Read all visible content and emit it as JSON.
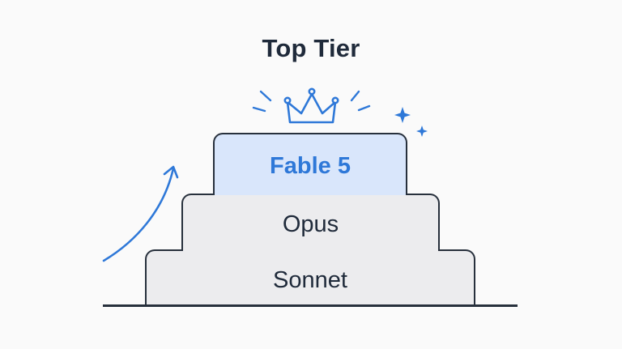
{
  "title": "Top Tier",
  "tiers": {
    "top": "Fable 5",
    "middle": "Opus",
    "base": "Sonnet"
  },
  "colors": {
    "accent": "#2e78d8",
    "top_fill": "#d9e6fb",
    "tier_fill": "#ececee",
    "outline": "#27303c",
    "text": "#1f2a3a",
    "background": "#fafafa"
  },
  "icons": [
    "crown-icon",
    "sparkle-icon",
    "rising-arrow-icon"
  ]
}
